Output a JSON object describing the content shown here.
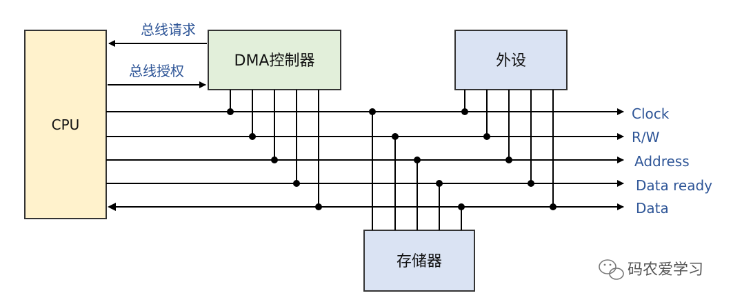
{
  "blocks": {
    "cpu": "CPU",
    "dma": "DMA控制器",
    "peripheral": "外设",
    "memory": "存储器"
  },
  "signals": {
    "bus_request": "总线请求",
    "bus_grant": "总线授权"
  },
  "buses": [
    "Clock",
    "R/W",
    "Address",
    "Data ready",
    "Data"
  ],
  "watermark": "码农爱学习",
  "colors": {
    "cpu_fill": "#fff2cc",
    "dma_fill": "#e2efda",
    "peripheral_fill": "#dae3f3",
    "memory_fill": "#dae3f3",
    "label_blue": "#2e5597",
    "line": "#000000"
  }
}
